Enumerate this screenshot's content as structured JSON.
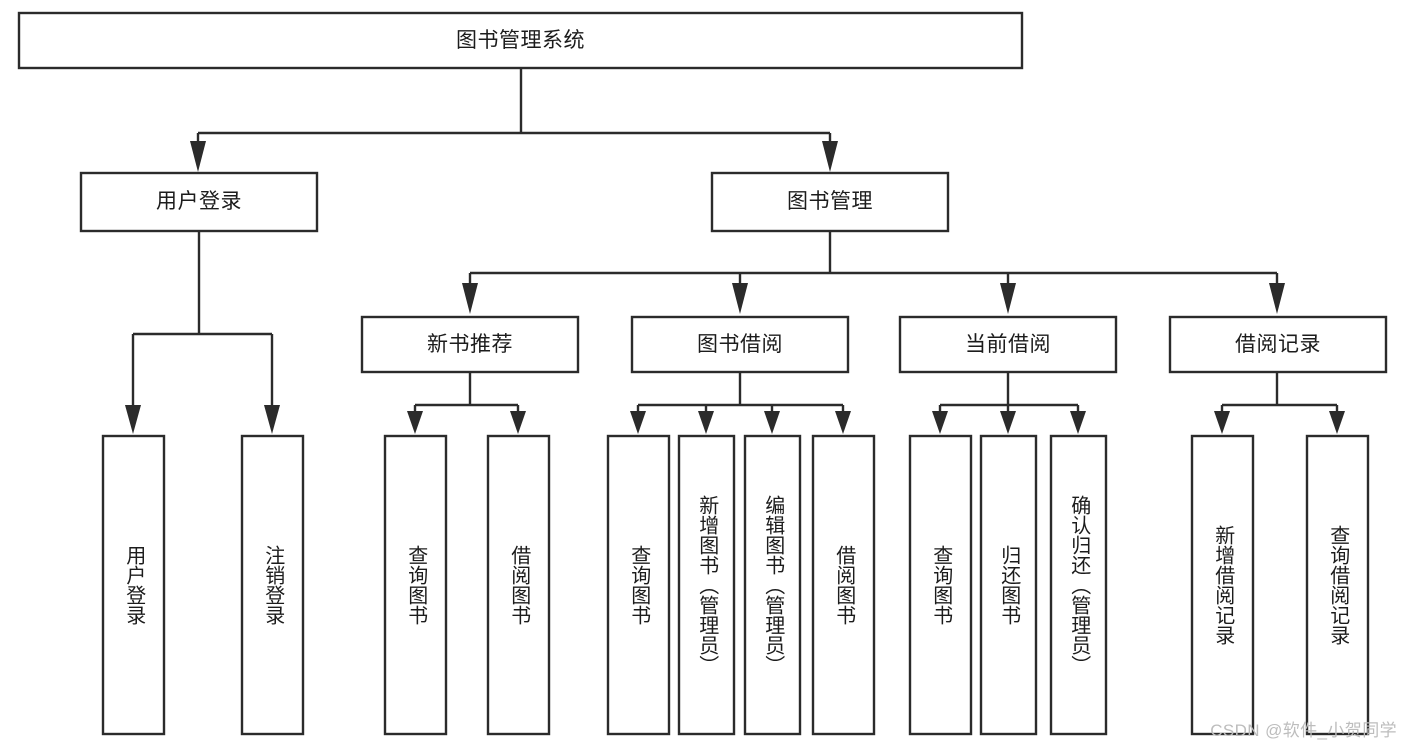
{
  "diagram": {
    "type": "hierarchy-tree",
    "title": "图书管理系统",
    "watermark": "CSDN @软件_小贺同学",
    "colors": {
      "stroke": "#2b2b2b",
      "box_fill": "#ffffff",
      "text": "#1c1c1c",
      "background": "#ffffff",
      "watermark": "#bdbdbd"
    },
    "levels": {
      "root": {
        "label": "图书管理系统"
      },
      "level2": [
        {
          "label": "用户登录"
        },
        {
          "label": "图书管理"
        }
      ],
      "level3": [
        {
          "label": "新书推荐"
        },
        {
          "label": "图书借阅"
        },
        {
          "label": "当前借阅"
        },
        {
          "label": "借阅记录"
        }
      ],
      "leaves": {
        "user_login": [
          {
            "label": "用户登录"
          },
          {
            "label": "注销登录"
          }
        ],
        "new_book_recommend": [
          {
            "label": "查询图书"
          },
          {
            "label": "借阅图书"
          }
        ],
        "book_borrow": [
          {
            "label": "查询图书"
          },
          {
            "label": "新增图书（管理员）"
          },
          {
            "label": "编辑图书（管理员）"
          },
          {
            "label": "借阅图书"
          }
        ],
        "current_borrow": [
          {
            "label": "查询图书"
          },
          {
            "label": "归还图书"
          },
          {
            "label": "确认归还（管理员）"
          }
        ],
        "borrow_record": [
          {
            "label": "新增借阅记录"
          },
          {
            "label": "查询借阅记录"
          }
        ]
      }
    }
  }
}
